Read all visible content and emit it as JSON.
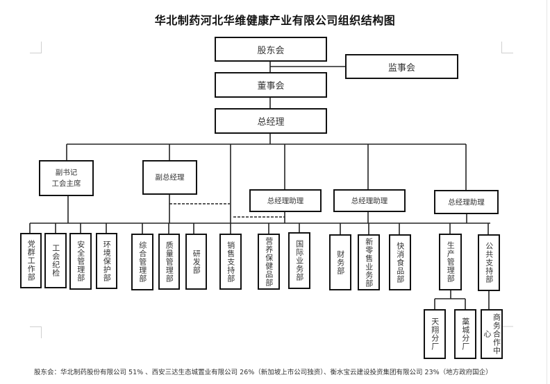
{
  "title": "华北制药河北华维健康产业有限公司组织结构图",
  "nodes": {
    "shareholders": "股东会",
    "supervisors": "监事会",
    "board": "董事会",
    "gm": "总经理",
    "deputy_secretary_line1": "副书记",
    "deputy_secretary_line2": "工会主席",
    "deputy_gm": "副总经理",
    "assistant_gm_1": "总经理助理",
    "assistant_gm_2": "总经理助理",
    "assistant_gm_3": "总经理助理"
  },
  "departments": [
    "党群工作部",
    "工会纪检",
    "安全管理部",
    "环境保护部",
    "综合管理部",
    "质量管理部",
    "研发部",
    "销售支持部",
    "营养保健品部",
    "国际业务部",
    "财务部",
    "新零售业务部",
    "快消食品部",
    "生产管理部",
    "公共支持部"
  ],
  "sub_units": [
    "天翔分厂",
    "藁城分厂",
    "商务合作中心"
  ],
  "footer": "股东会：华北制药股份有限公司 51% 、西安三达生态城置业有限公司 26%（新加坡上市公司独资）、衡水宝云建设投资集团有限公司 23%（地方政府国企）"
}
